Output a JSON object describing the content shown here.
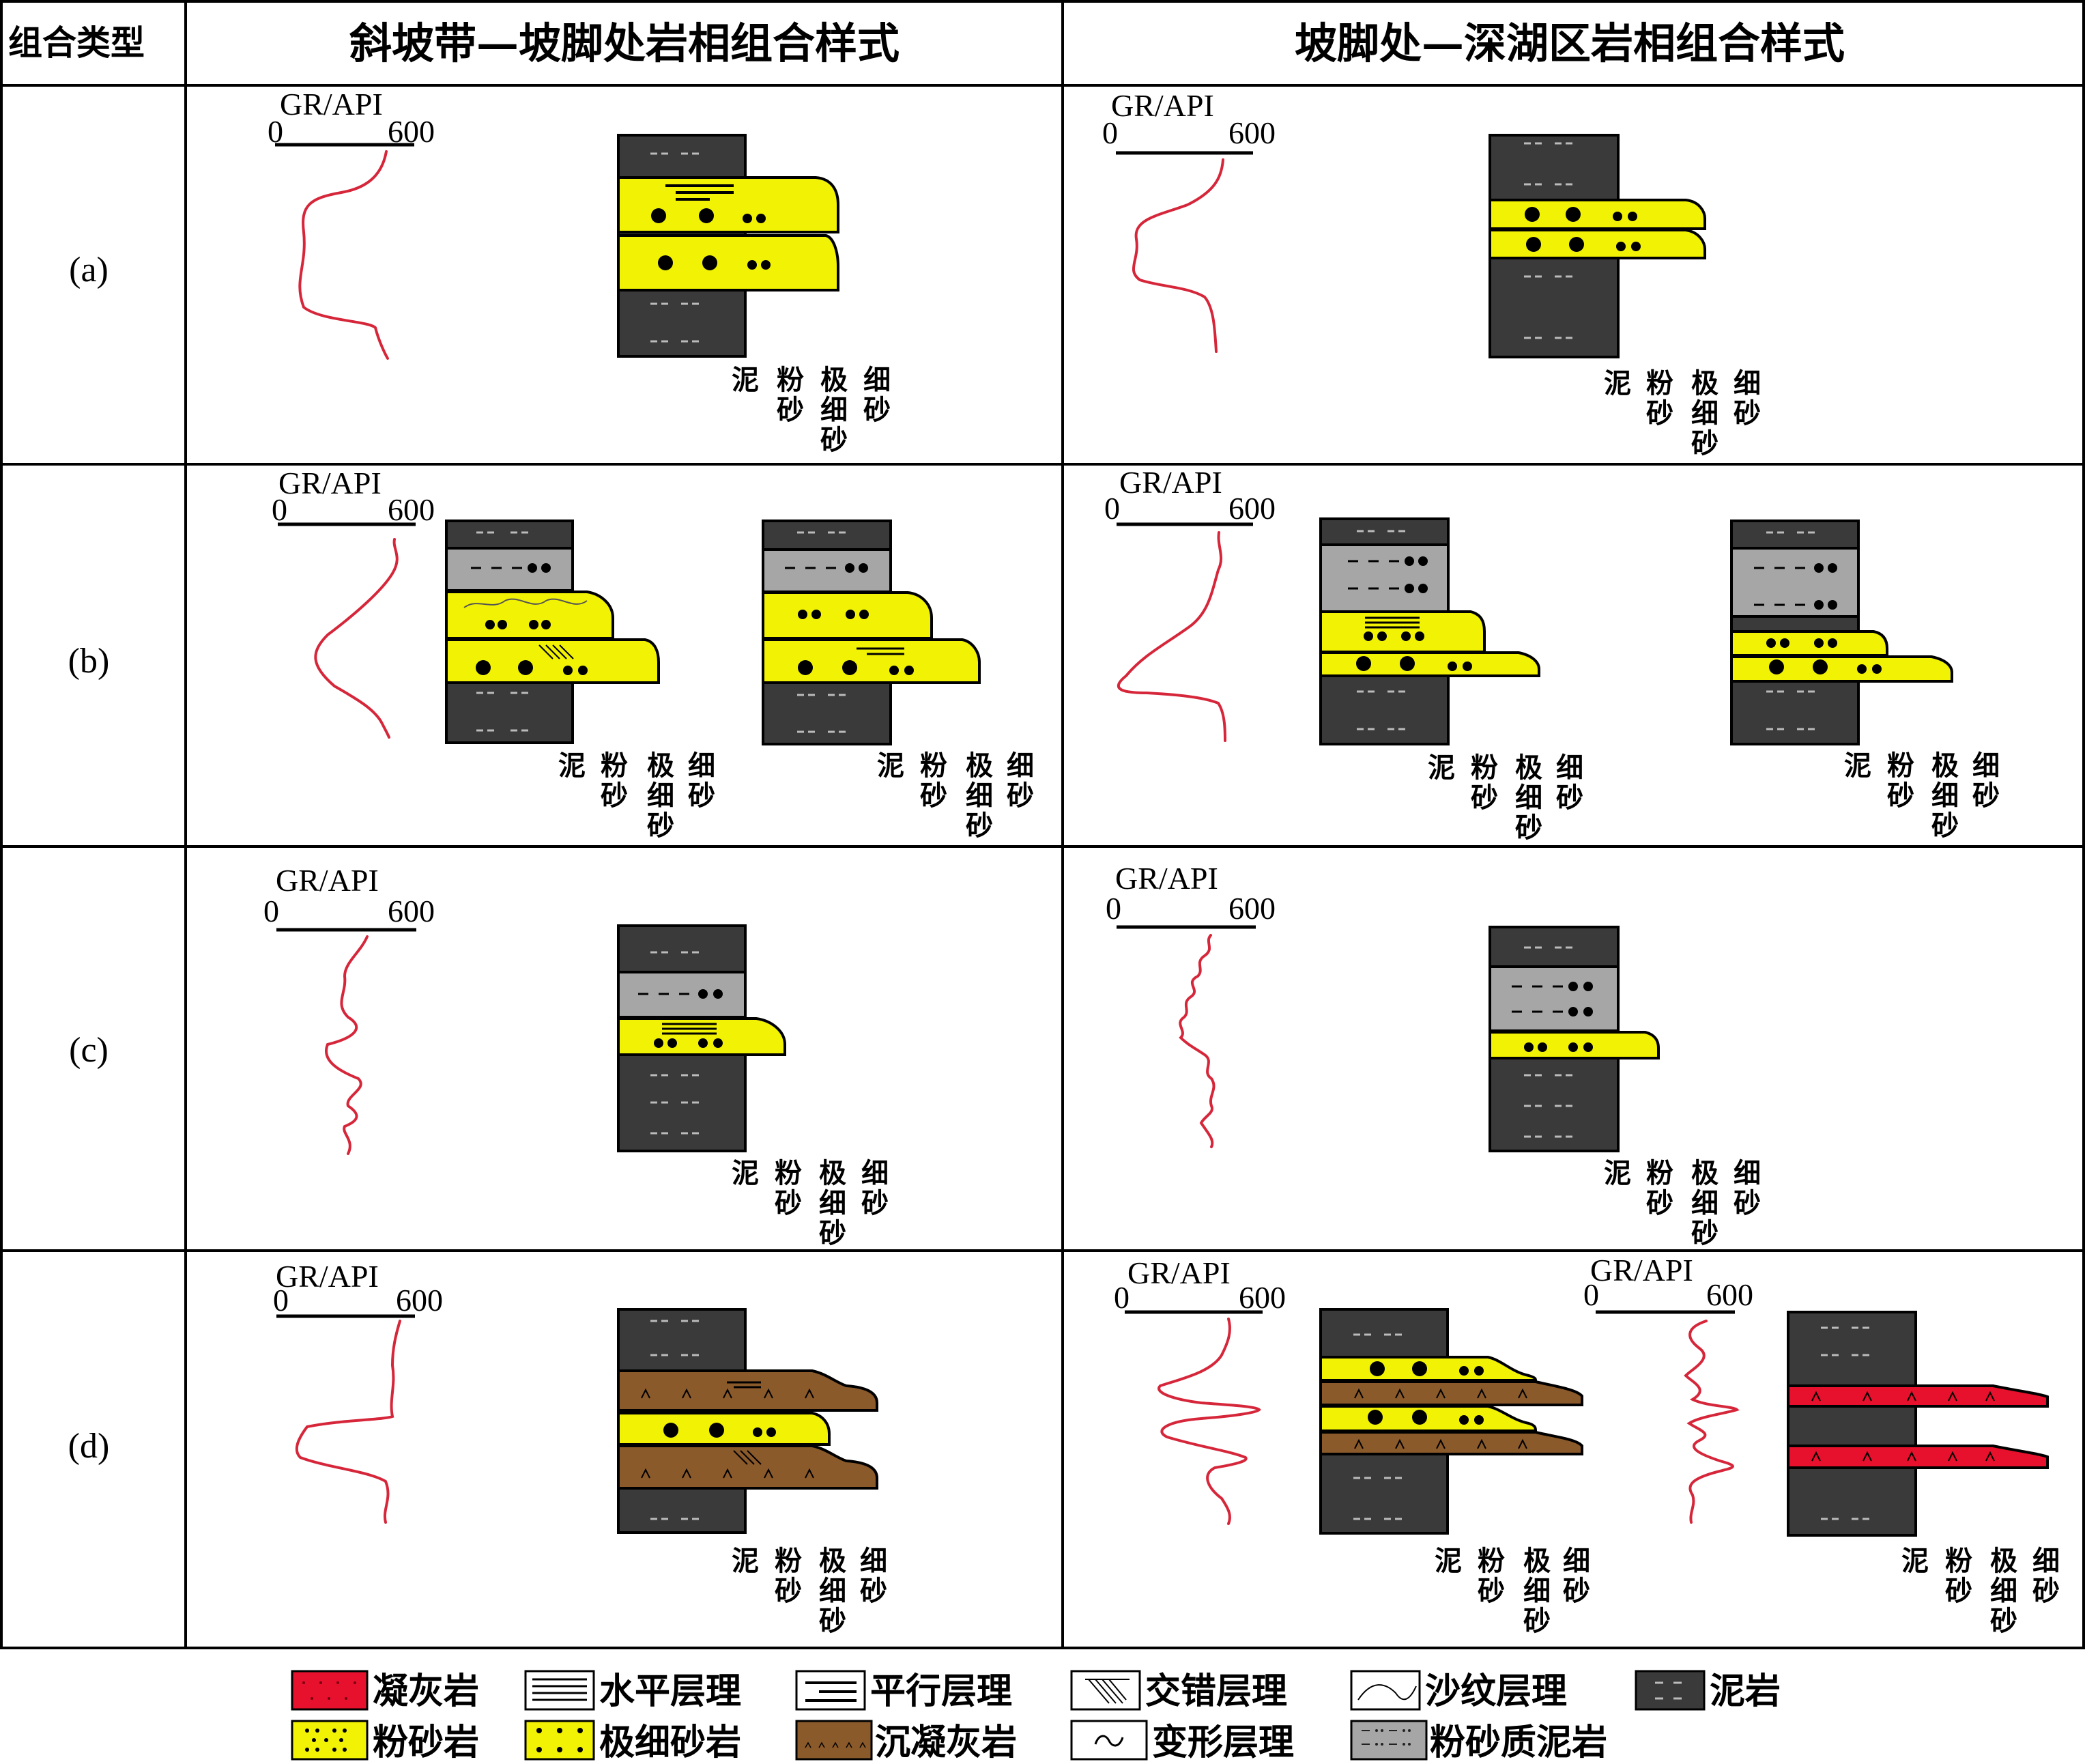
{
  "header": {
    "col_type": "组合类型",
    "col_left": "斜坡带—坡脚处岩相组合样式",
    "col_right": "坡脚处—深湖区岩相组合样式"
  },
  "rows": [
    {
      "label": "(a)"
    },
    {
      "label": "(b)"
    },
    {
      "label": "(c)"
    },
    {
      "label": "(d)"
    }
  ],
  "gr_log": {
    "title": "GR/API",
    "min": "0",
    "max": "600"
  },
  "grain_scale": {
    "mud": "泥",
    "silt": [
      "粉",
      "砂"
    ],
    "vfine": [
      "极",
      "细",
      "砂"
    ],
    "fine": [
      "细",
      "砂"
    ]
  },
  "legend": {
    "tuff": "凝灰岩",
    "horizontal_bedding": "水平层理",
    "parallel_bedding": "平行层理",
    "cross_bedding": "交错层理",
    "ripple_bedding": "沙纹层理",
    "mudstone": "泥岩",
    "siltstone": "粉砂岩",
    "very_fine_sandstone": "极细砂岩",
    "tuffite": "沉凝灰岩",
    "deformation_bedding": "变形层理",
    "silty_mudstone": "粉砂质泥岩"
  },
  "colors": {
    "mud": "#3b3a3b",
    "sand": "#f2f205",
    "silty_mud": "#a6a6a6",
    "tuffite": "#8b5a2b",
    "tuff": "#e8112d",
    "gr_curve": "#d6263a"
  }
}
